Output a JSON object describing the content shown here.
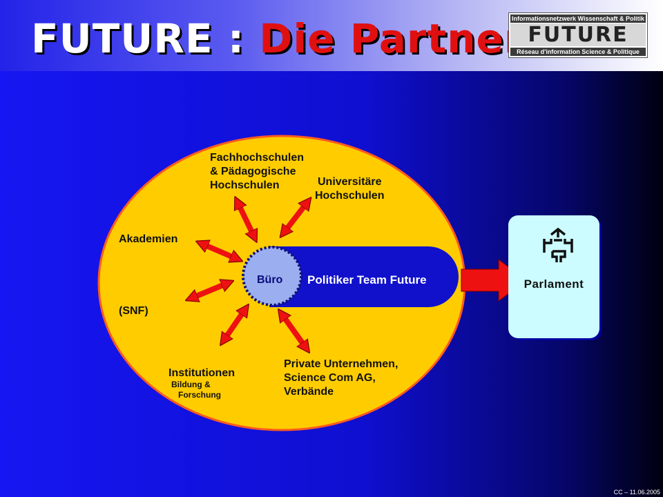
{
  "header": {
    "title_part1": "FUTURE :",
    "title_part2": "Die Partner"
  },
  "logo": {
    "top_text": "Informationsnetzwerk Wissenschaft & Politik",
    "main_text": "FUTURE",
    "bottom_text": "Réseau d'information Science & Politique"
  },
  "diagram": {
    "center_label": "Büro",
    "team_label": "Politiker Team Future",
    "partners": {
      "fachhochschulen": "Fachhochschulen\n& Pädagogische\nHochschulen",
      "universitaere": "Universitäre\nHochschulen",
      "akademien": "Akademien",
      "snf": "(SNF)",
      "institutionen": "Institutionen",
      "institutionen_sub": "Bildung &\n   Forschung",
      "private": "Private Unternehmen,\nScience Com AG,\nVerbände"
    },
    "target": {
      "label": "Parlament",
      "icon": "parliament-building-icon"
    }
  },
  "colors": {
    "ellipse": "#ffcc00",
    "ellipse_border": "#ff5a1e",
    "arrow": "#ee1111",
    "team_bar": "#1111cc",
    "center_circle": "#9aaef0",
    "parlament_box": "#ccfcff"
  },
  "footer": {
    "credit": "CC – 11.06.2005"
  }
}
